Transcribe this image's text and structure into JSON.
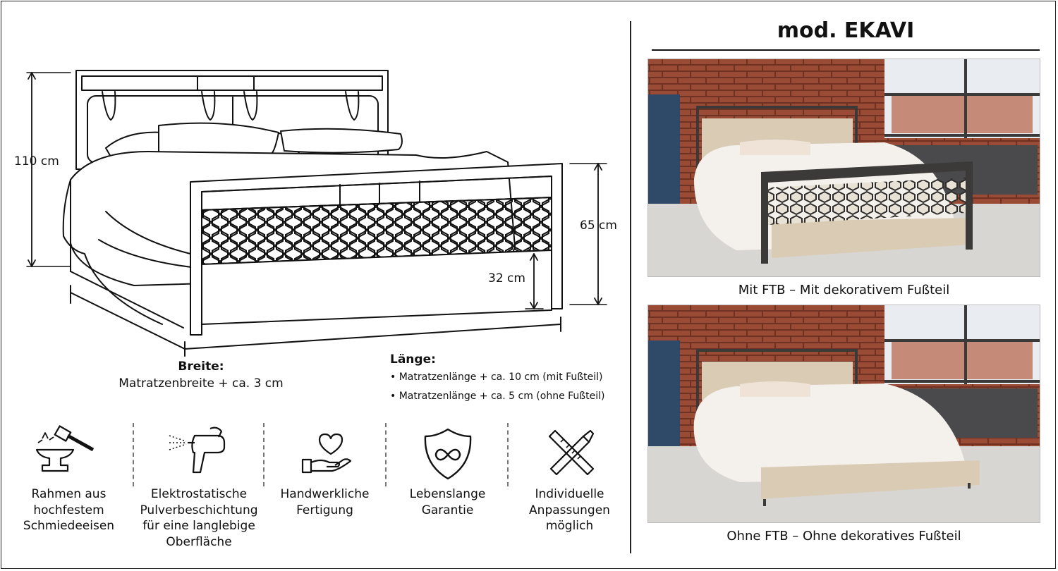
{
  "title": "mod. EKAVI",
  "dimensions": {
    "headboard_height": "110 cm",
    "footboard_height": "65 cm",
    "clearance": "32 cm"
  },
  "width_info": {
    "heading": "Breite:",
    "text": "Matratzenbreite + ca. 3 cm"
  },
  "length_info": {
    "heading": "Länge:",
    "items": [
      "• Matratzenlänge + ca. 10 cm (mit Fußteil)",
      "• Matratzenlänge + ca. 5 cm (ohne Fußteil)"
    ]
  },
  "features": [
    {
      "icon": "anvil-hammer-icon",
      "label": "Rahmen aus\nhochfestem\nSchmiedeeisen"
    },
    {
      "icon": "spray-gun-icon",
      "label": "Elektrostatische\nPulverbeschichtung\nfür eine langlebige\nOberfläche"
    },
    {
      "icon": "hand-heart-icon",
      "label": "Handwerkliche\nFertigung"
    },
    {
      "icon": "shield-infinity-icon",
      "label": "Lebenslange\nGarantie"
    },
    {
      "icon": "ruler-pencil-icon",
      "label": "Individuelle\nAnpassungen\nmöglich"
    }
  ],
  "photos": [
    {
      "caption": "Mit FTB – Mit dekorativem Fußteil"
    },
    {
      "caption": "Ohne FTB – Ohne dekoratives Fußteil"
    }
  ],
  "colors": {
    "brick": "#9a4b36",
    "floor": "#d8d6d2",
    "frame_metal": "#3b3a38",
    "upholstery": "#d9cbb4"
  }
}
